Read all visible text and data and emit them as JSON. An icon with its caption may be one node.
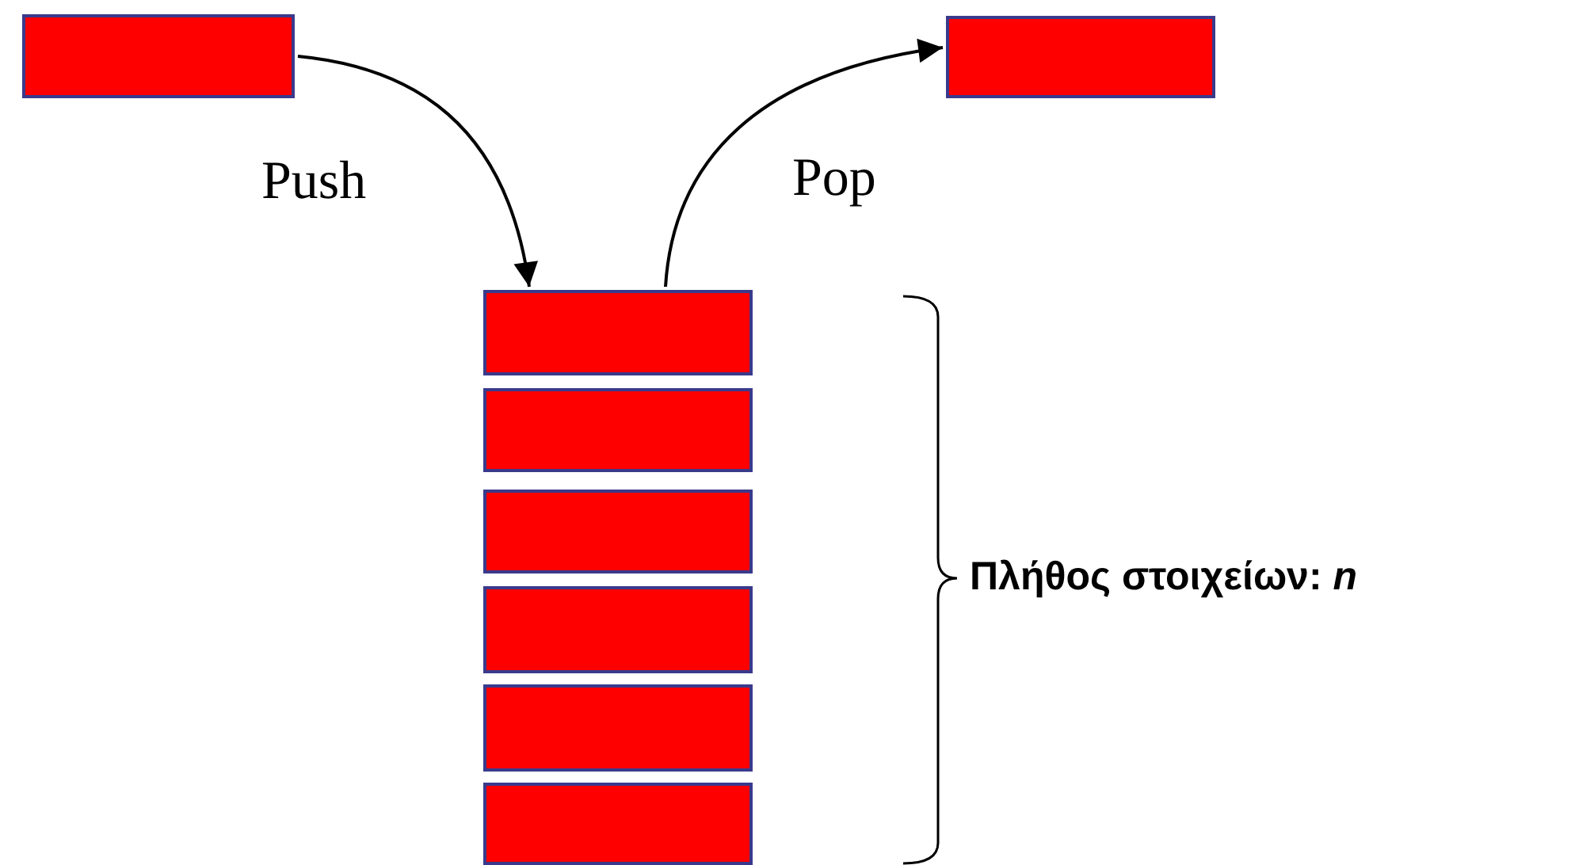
{
  "diagram": {
    "nodes": [
      {
        "text": [],
        "shape": "box"
      },
      {
        "text": [],
        "shape": "box"
      },
      {
        "text": [],
        "shape": "box"
      },
      {
        "text": [],
        "shape": "box"
      },
      {
        "text": [],
        "shape": "box"
      },
      {
        "text": [],
        "shape": "box"
      },
      {
        "text": [],
        "shape": "box"
      },
      {
        "text": [],
        "shape": "box"
      }
    ],
    "edges": [
      {
        "from": 0,
        "to": 2,
        "arrow": "to",
        "label": "Push"
      },
      {
        "from": 2,
        "to": 1,
        "arrow": "to",
        "label": "Pop"
      }
    ],
    "labels": [
      "Πλήθος στοιχείων: *n*"
    ]
  }
}
